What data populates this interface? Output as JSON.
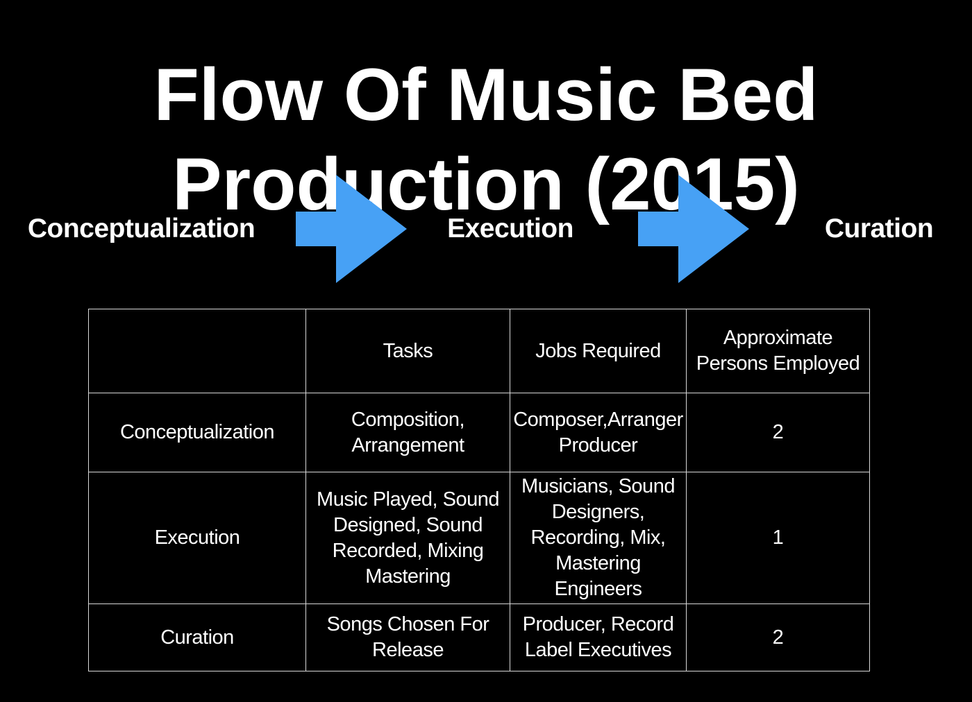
{
  "title": {
    "line1": "Flow Of Music Bed",
    "line2": "Production (2015)"
  },
  "flow": {
    "stages": [
      {
        "label": "Conceptualization"
      },
      {
        "label": "Execution"
      },
      {
        "label": "Curation"
      }
    ]
  },
  "table": {
    "headers": {
      "stage": "",
      "tasks": "Tasks",
      "jobs": "Jobs Required",
      "persons": "Approximate Persons Employed"
    },
    "rows": [
      {
        "stage": "Conceptualization",
        "tasks": "Composition, Arrangement",
        "jobs": "Composer,Arranger Producer",
        "persons": "2"
      },
      {
        "stage": "Execution",
        "tasks": "Music Played, Sound Designed, Sound Recorded, Mixing Mastering",
        "jobs": "Musicians, Sound Designers, Recording, Mix, Mastering Engineers",
        "persons": "1"
      },
      {
        "stage": "Curation",
        "tasks": "Songs Chosen For Release",
        "jobs": "Producer, Record Label Executives",
        "persons": "2"
      }
    ]
  },
  "colors": {
    "background": "#000000",
    "text": "#ffffff",
    "arrow_blue": "#47a1f5",
    "table_border": "#d9d9d9"
  }
}
